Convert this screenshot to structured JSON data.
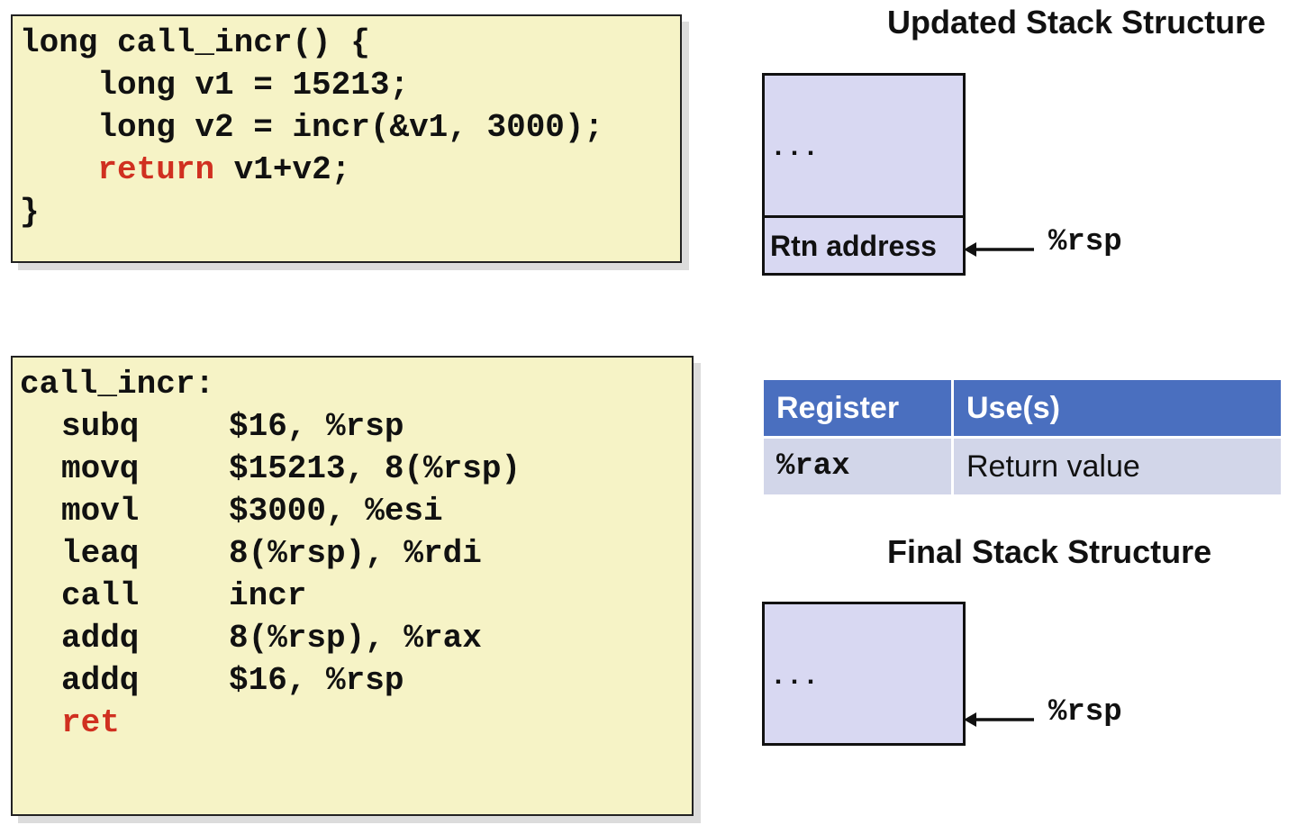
{
  "c_code": {
    "line1": "long call_incr() {",
    "line2": "    long v1 = 15213;",
    "line3": "    long v2 = incr(&v1, 3000);",
    "line4_kw": "return",
    "line4_rest": " v1+v2;",
    "line4_indent": "    ",
    "line5": "}"
  },
  "asm": {
    "label": "call_incr:",
    "instructions": [
      {
        "op": "subq",
        "args": "$16, %rsp"
      },
      {
        "op": "movq",
        "args": "$15213, 8(%rsp)"
      },
      {
        "op": "movl",
        "args": "$3000, %esi"
      },
      {
        "op": "leaq",
        "args": "8(%rsp), %rdi"
      },
      {
        "op": "call",
        "args": "incr"
      },
      {
        "op": "addq",
        "args": "8(%rsp), %rax"
      },
      {
        "op": "addq",
        "args": "$16, %rsp"
      },
      {
        "op": "ret",
        "args": ""
      }
    ]
  },
  "updated_stack": {
    "title": "Updated Stack Structure",
    "top_cell": "...",
    "bottom_cell": "Rtn address",
    "pointer_label": "%rsp"
  },
  "register_table": {
    "headers": [
      "Register",
      "Use(s)"
    ],
    "rows": [
      {
        "register": "%rax",
        "use": "Return value"
      }
    ]
  },
  "final_stack": {
    "title": "Final Stack Structure",
    "cell": "...",
    "pointer_label": "%rsp"
  },
  "colors": {
    "code_bg": "#f6f3c6",
    "keyword": "#d03020",
    "stack_fill": "#d8d8f2",
    "table_header": "#4a6fbf",
    "table_row": "#d2d6e9"
  }
}
